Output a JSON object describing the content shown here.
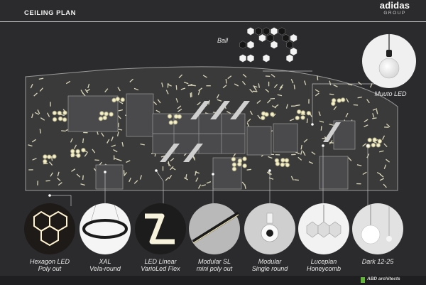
{
  "header": {
    "title": "CEILING PLAN",
    "brand_name": "adidas",
    "brand_sub": "GROUP"
  },
  "callouts": {
    "ball": "Ball",
    "muuto": "Muuto LED"
  },
  "fixtures": [
    {
      "line1": "Hexagon LED",
      "line2": "Poly out",
      "icon": "hexagon-led-photo"
    },
    {
      "line1": "XAL",
      "line2": "Vela-round",
      "icon": "ring-lamp-photo"
    },
    {
      "line1": "LED Linear",
      "line2": "VarioLed Flex",
      "icon": "flex-strip-photo"
    },
    {
      "line1": "Modular SL",
      "line2": "mini poly out",
      "icon": "linear-bar-photo"
    },
    {
      "line1": "Modular",
      "line2": "Single round",
      "icon": "spotlight-photo"
    },
    {
      "line1": "Luceplan",
      "line2": "Honeycomb",
      "icon": "honeycomb-pendant-photo"
    },
    {
      "line1": "Dark 12-25",
      "line2": "",
      "icon": "globe-pendant-photo"
    }
  ],
  "footer": {
    "credit": "ABD architects"
  },
  "colors": {
    "background": "#2b2b2d",
    "accent": "#64b43c",
    "fixture_glow": "#f3efc8"
  }
}
